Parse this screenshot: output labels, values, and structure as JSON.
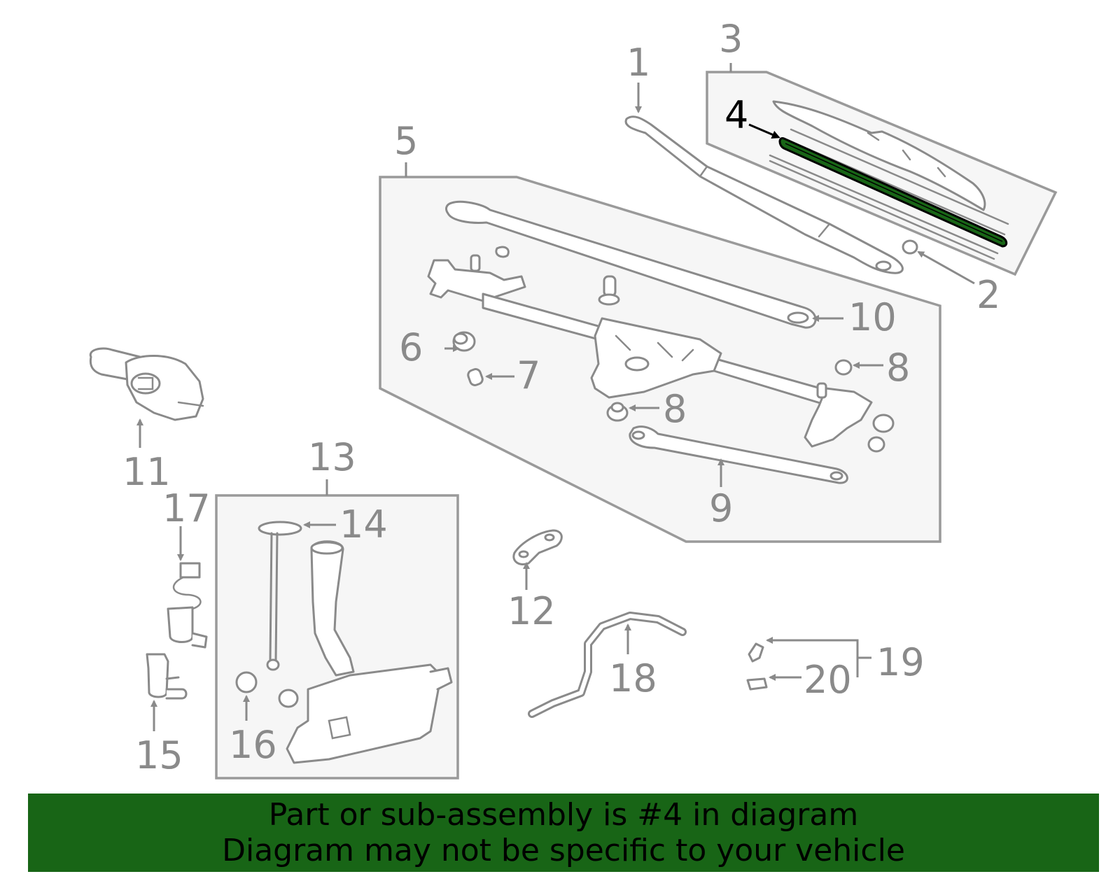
{
  "banner": {
    "line1": "Part or sub-assembly is #4 in diagram",
    "line2": "Diagram may not be specific to your vehicle"
  },
  "highlight": {
    "selected_callout": "4",
    "selected_color": "#186516",
    "banner_color": "#186516",
    "line_color": "#8a8a8a"
  },
  "callouts": {
    "c1": "1",
    "c2": "2",
    "c3": "3",
    "c4": "4",
    "c5": "5",
    "c6": "6",
    "c7": "7",
    "c8a": "8",
    "c8b": "8",
    "c9": "9",
    "c10": "10",
    "c11": "11",
    "c12": "12",
    "c13": "13",
    "c14": "14",
    "c15": "15",
    "c16": "16",
    "c17": "17",
    "c18": "18",
    "c19": "19",
    "c20": "20"
  }
}
